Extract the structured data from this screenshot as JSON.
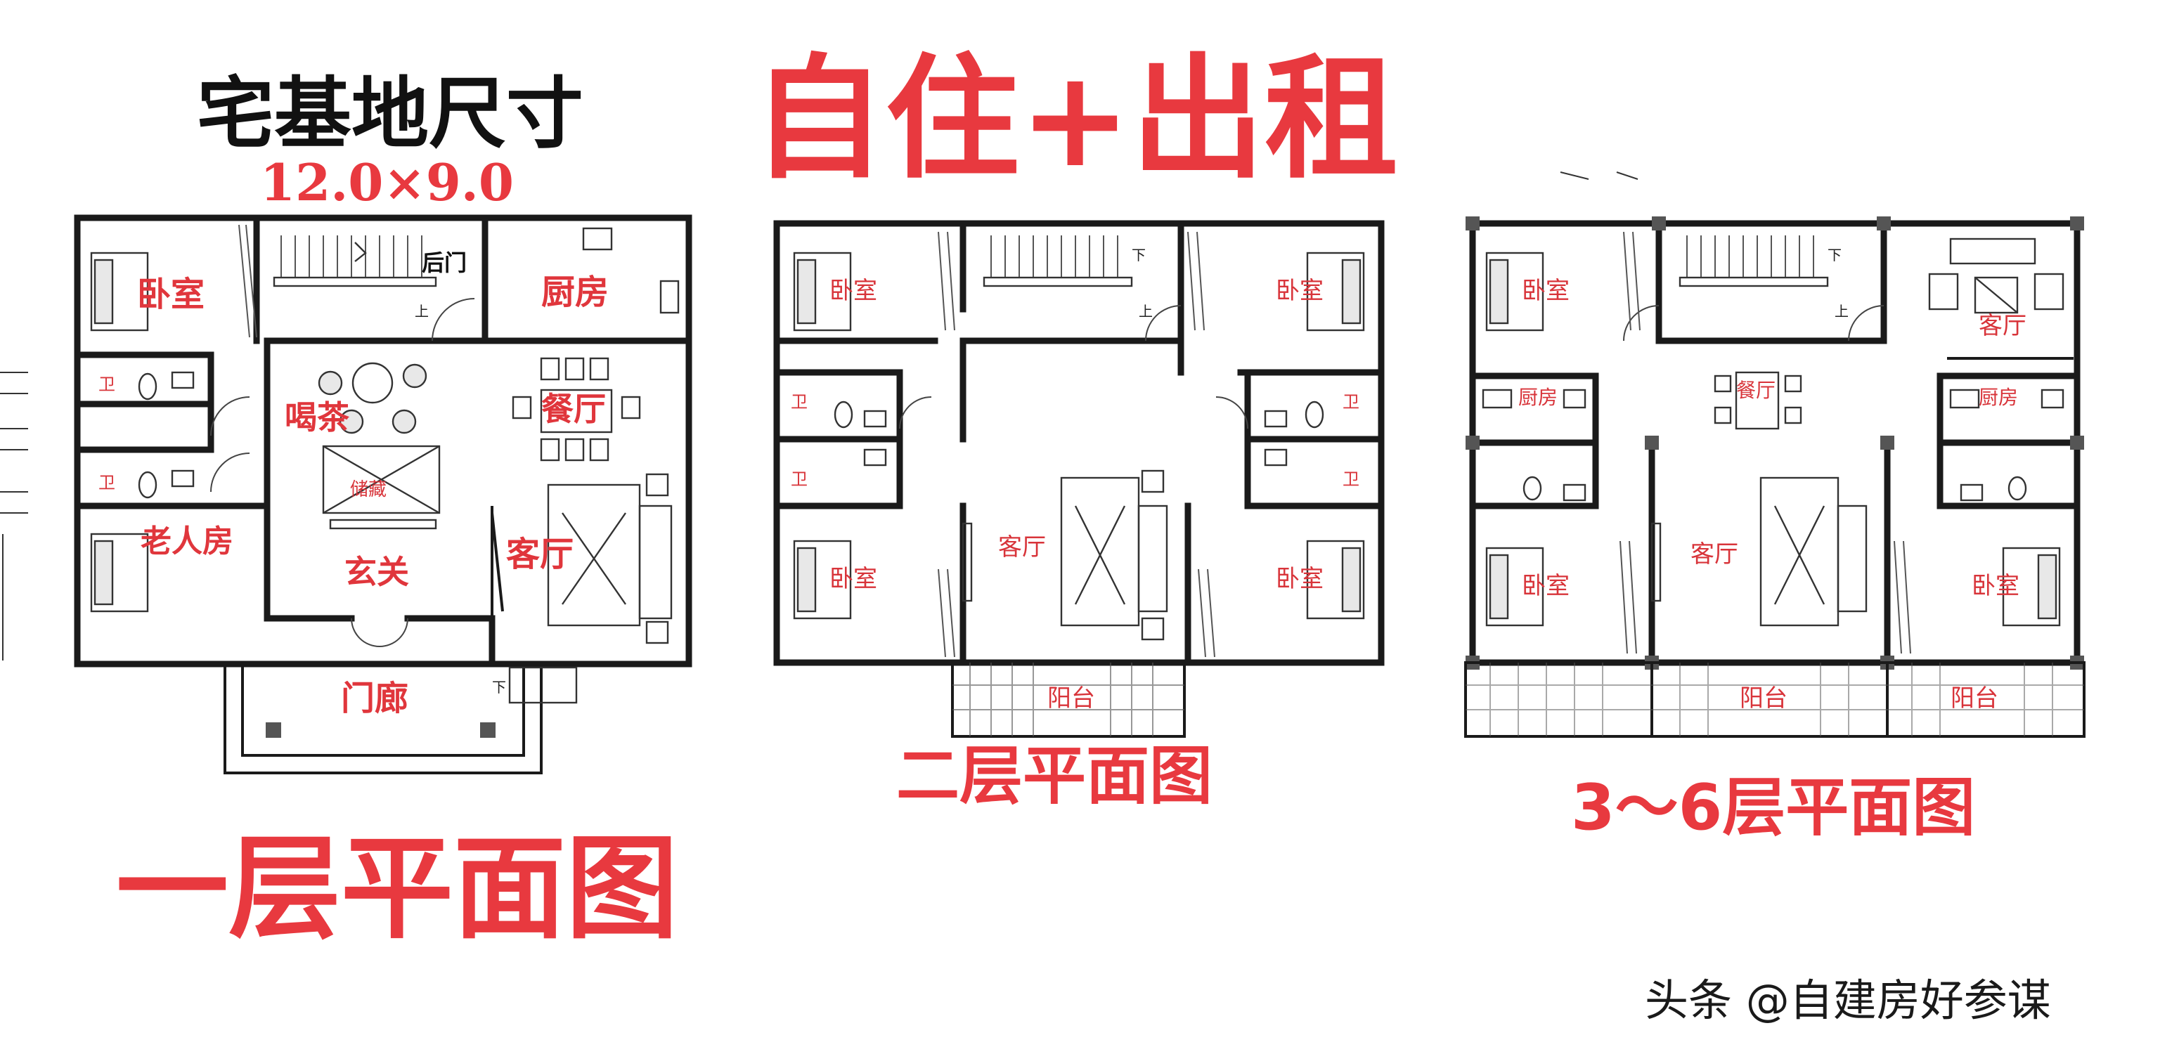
{
  "header": {
    "site_size_title": "宅基地尺寸",
    "site_size_value": "12.0×9.0",
    "main_title": "自住+出租"
  },
  "plan1": {
    "caption": "一层平面图",
    "rooms": {
      "bedroom": "卧室",
      "back_door": "后门",
      "kitchen": "厨房",
      "bath1": "卫",
      "bath2": "卫",
      "tea": "喝茶",
      "dining": "餐厅",
      "storage": "储藏",
      "elder_room": "老人房",
      "foyer": "玄关",
      "living": "客厅",
      "porch": "门廊"
    },
    "stair_up": "上",
    "stair_down": "下"
  },
  "plan2": {
    "caption": "二层平面图",
    "rooms": {
      "bedroom_tl": "卧室",
      "bedroom_tr": "卧室",
      "bedroom_bl": "卧室",
      "bedroom_br": "卧室",
      "bath_l1": "卫",
      "bath_l2": "卫",
      "bath_r1": "卫",
      "bath_r2": "卫",
      "living": "客厅",
      "balcony": "阳台"
    },
    "stair_up": "上",
    "stair_down": "下"
  },
  "plan3": {
    "caption": "3～6层平面图",
    "rooms": {
      "bedroom_tl": "卧室",
      "bedroom_bl": "卧室",
      "bedroom_br": "卧室",
      "living_tr": "客厅",
      "kitchen_l": "厨房",
      "kitchen_r": "厨房",
      "dining": "餐厅",
      "living_c": "客厅",
      "balcony_l": "阳台",
      "balcony_r": "阳台"
    },
    "stair_up": "上",
    "stair_down": "下"
  },
  "watermark": "头条 @自建房好参谋"
}
